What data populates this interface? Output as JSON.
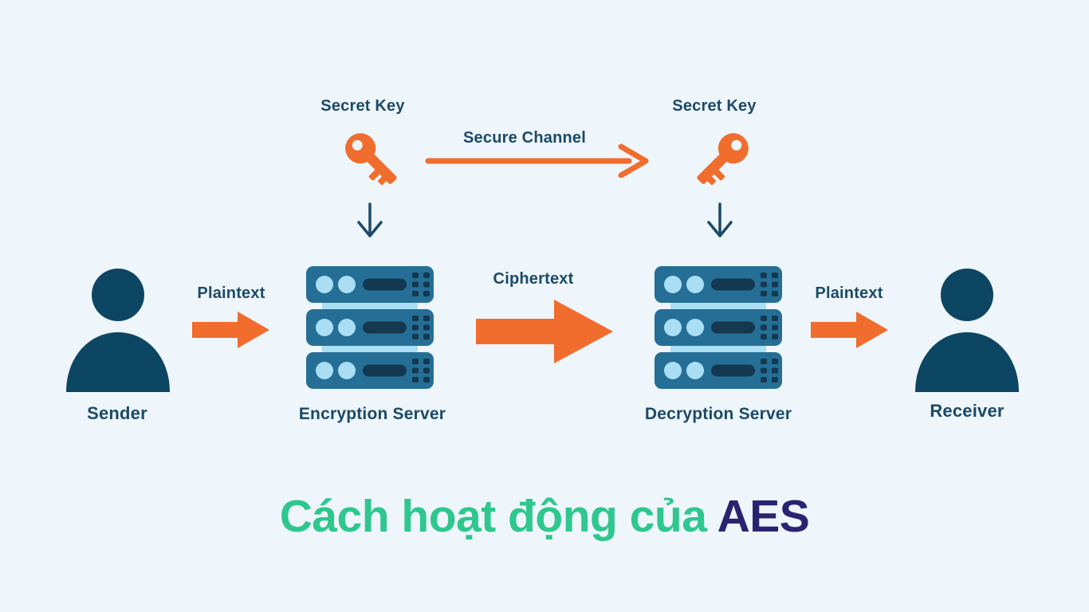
{
  "title": {
    "prefix": "Cách hoạt động của ",
    "highlight": "AES"
  },
  "labels": {
    "secret_key_left": "Secret Key",
    "secret_key_right": "Secret Key",
    "secure_channel": "Secure Channel",
    "plaintext_left": "Plaintext",
    "ciphertext": "Ciphertext",
    "plaintext_right": "Plaintext",
    "sender": "Sender",
    "encryption_server": "Encryption Server",
    "decryption_server": "Decryption Server",
    "receiver": "Receiver"
  },
  "icons": {
    "key_left": "key-icon",
    "key_right": "key-icon",
    "secure_channel_arrow": "arrow-right-line-icon",
    "arrow_down_left": "arrow-down-icon",
    "arrow_down_right": "arrow-down-icon",
    "arrow_plaintext_left": "arrow-right-icon",
    "arrow_ciphertext": "arrow-right-icon",
    "arrow_plaintext_right": "arrow-right-icon",
    "encryption_server": "server-stack-icon",
    "decryption_server": "server-stack-icon",
    "sender": "person-icon",
    "receiver": "person-icon"
  },
  "colors": {
    "background": "#eef5fb",
    "navy_text": "#1b4a68",
    "icon_navy": "#0d4663",
    "orange": "#f06d2e",
    "server_body": "#256f96",
    "server_light": "#a9def5",
    "server_slot": "#14384f",
    "title_green": "#2fc78e",
    "title_dark": "#2b2271"
  }
}
